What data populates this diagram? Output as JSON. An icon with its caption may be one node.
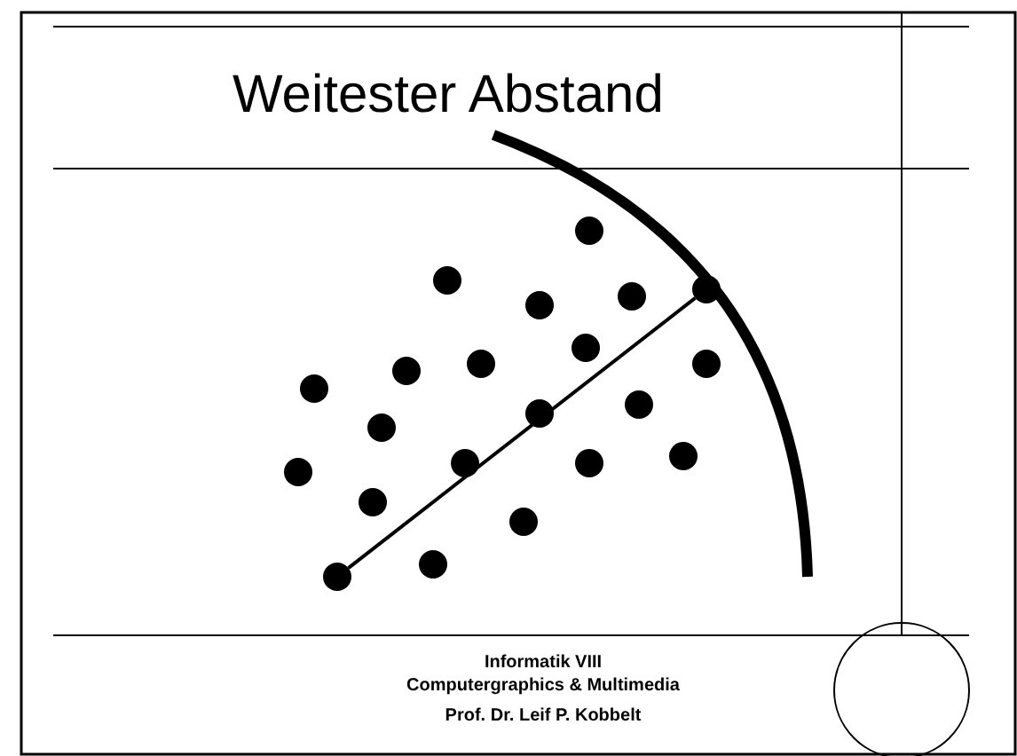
{
  "diagram": {
    "title": "Weitester Abstand",
    "nodes": [
      {
        "text": [],
        "shape": "circle"
      },
      {
        "text": [],
        "shape": "circle"
      }
    ],
    "edges": [
      {
        "from": 0,
        "to": 1,
        "arrow": "none"
      }
    ],
    "labels": [
      "Informatik VIII",
      "Computergraphics & Multimedia",
      "Prof. Dr. Leif P. Kobbelt"
    ]
  }
}
